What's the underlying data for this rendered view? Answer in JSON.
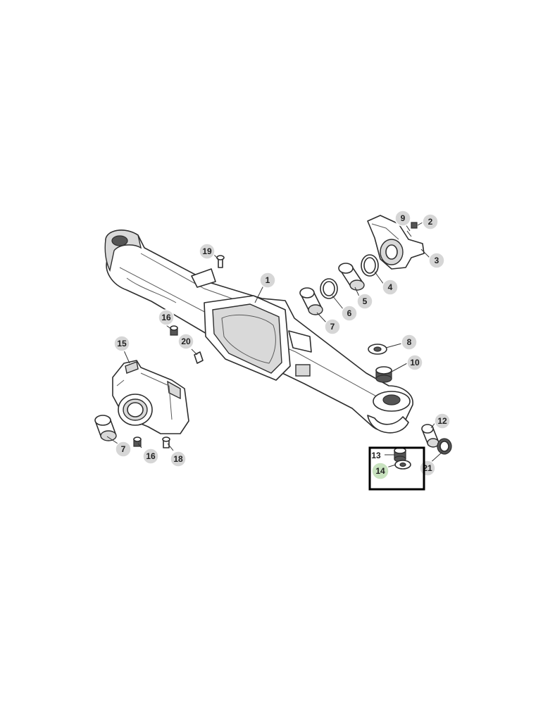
{
  "callouts": {
    "c1": "1",
    "c2": "2",
    "c3": "3",
    "c4": "4",
    "c5": "5",
    "c6": "6",
    "c7a": "7",
    "c7b": "7",
    "c8": "8",
    "c9": "9",
    "c10": "10",
    "c12": "12",
    "c13": "13",
    "c14": "14",
    "c15": "15",
    "c16a": "16",
    "c16b": "16",
    "c18": "18",
    "c19": "19",
    "c20": "20",
    "c21": "21"
  },
  "highlight": {
    "part": "14",
    "color": "#c8e2bf",
    "frame_color": "#000000"
  }
}
